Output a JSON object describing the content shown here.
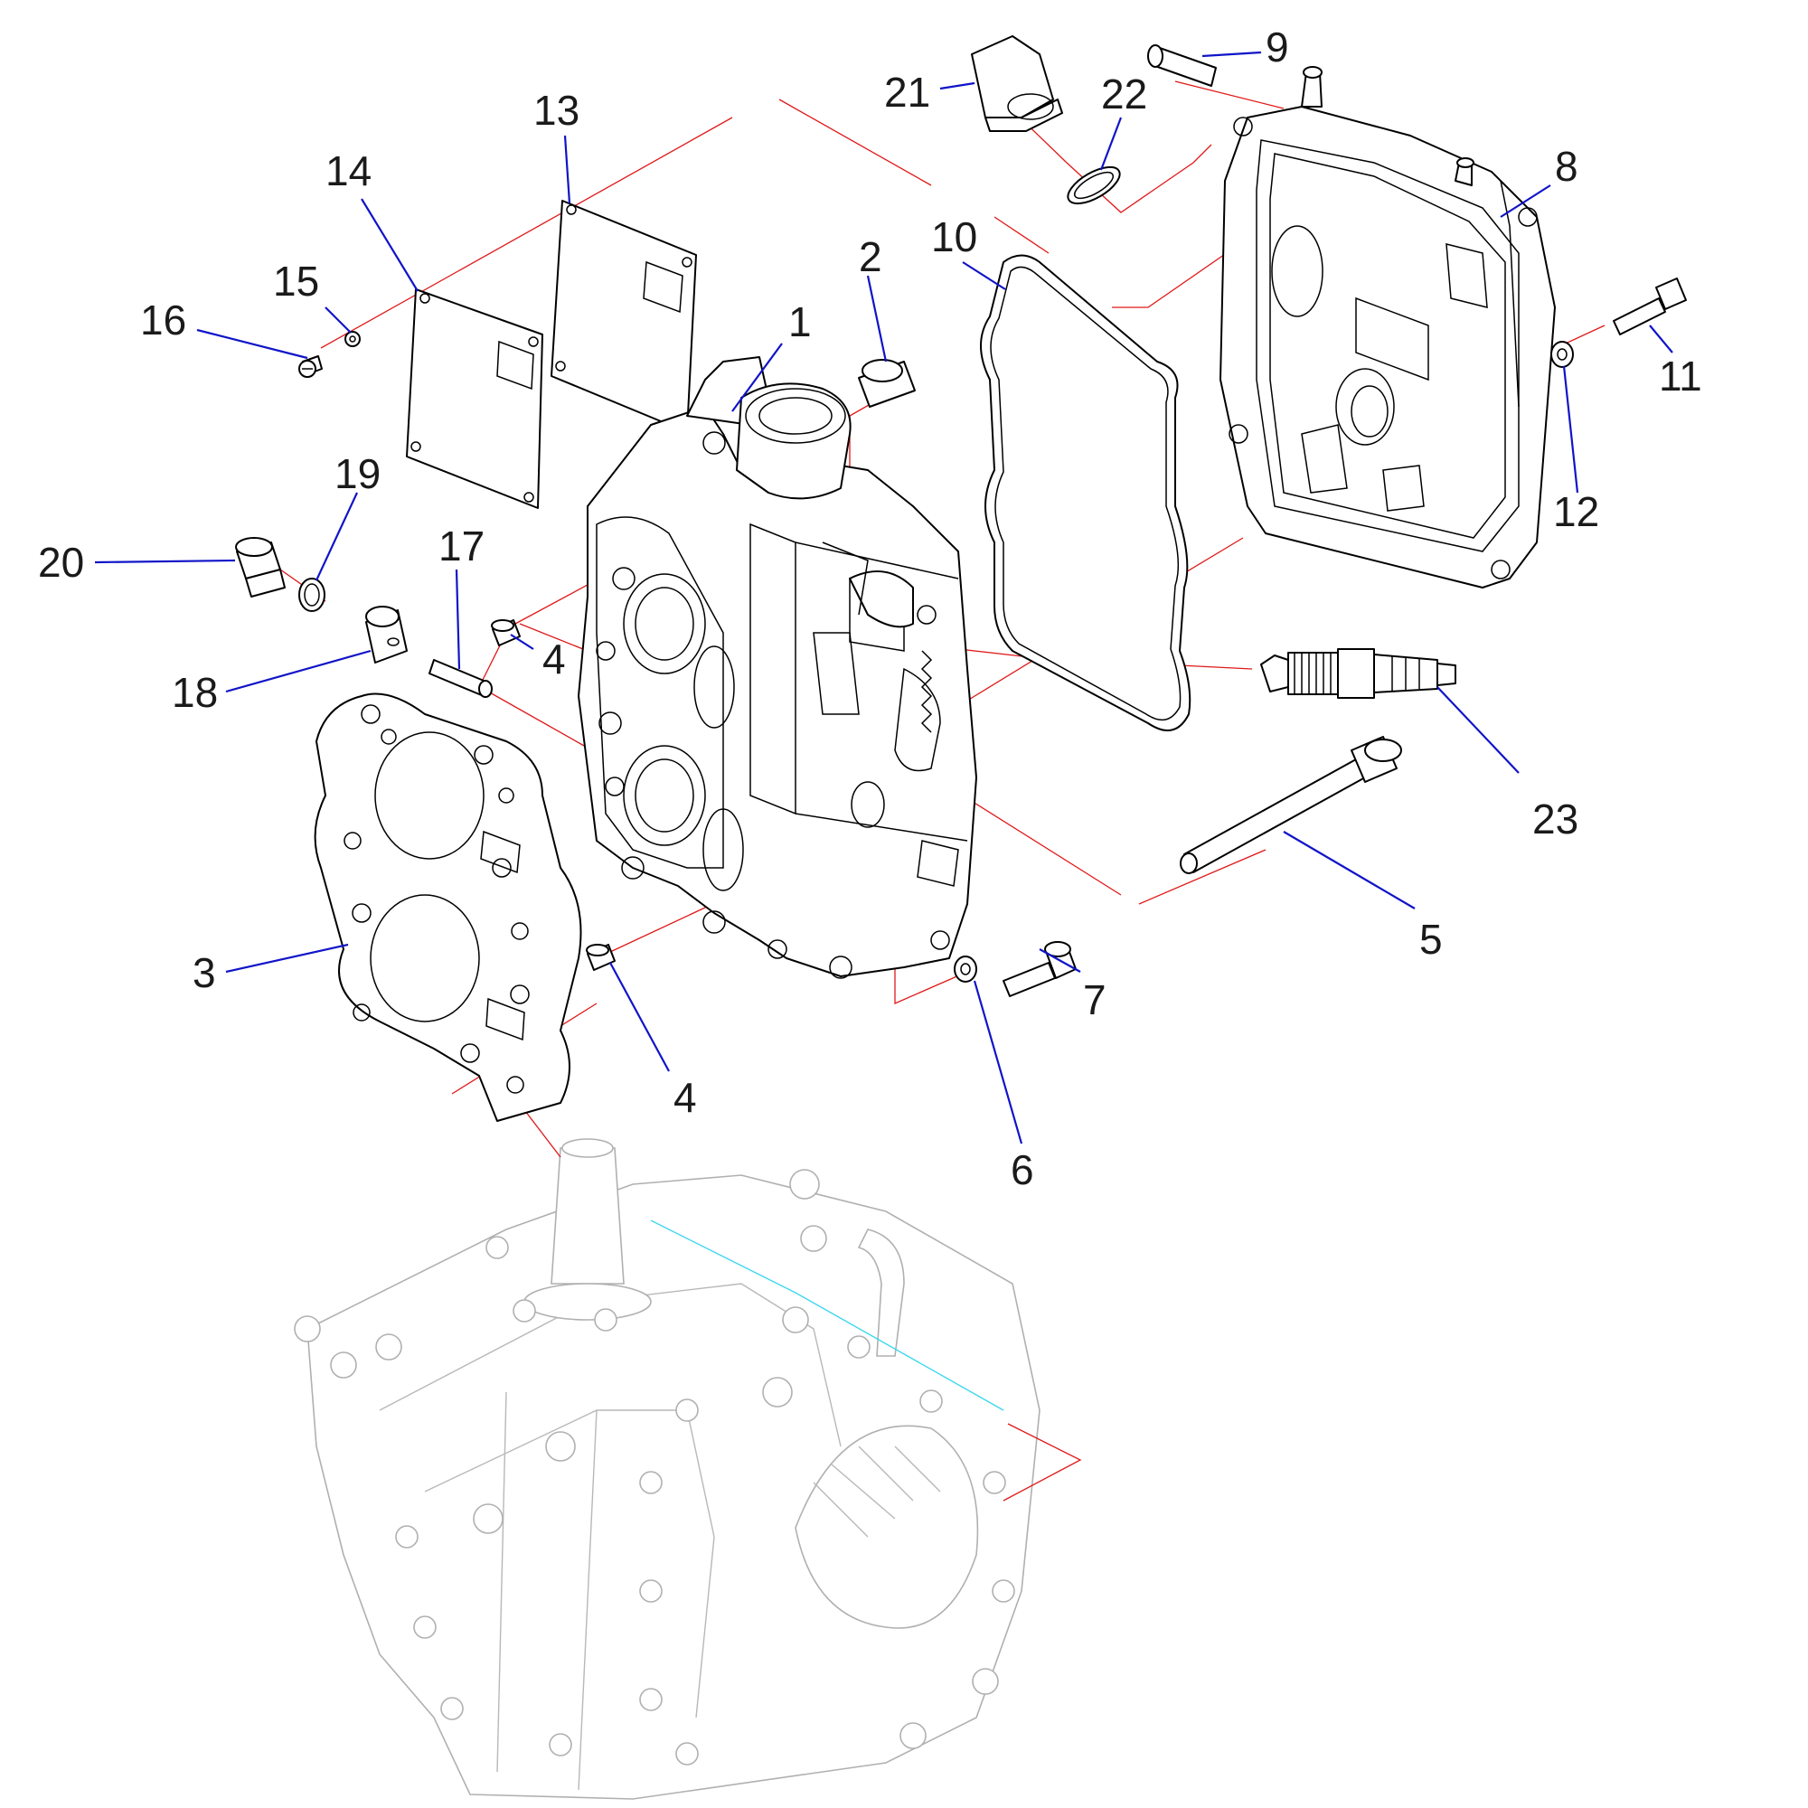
{
  "colors": {
    "leader": "#1014c8",
    "explode_line": "#e01818",
    "alignment_line": "#3fd7ee",
    "ghost_outline": "#b0b0b0"
  },
  "callouts": [
    {
      "id": "c1",
      "label": "1"
    },
    {
      "id": "c2",
      "label": "2"
    },
    {
      "id": "c3",
      "label": "3"
    },
    {
      "id": "c4a",
      "label": "4"
    },
    {
      "id": "c4b",
      "label": "4"
    },
    {
      "id": "c5",
      "label": "5"
    },
    {
      "id": "c6",
      "label": "6"
    },
    {
      "id": "c7",
      "label": "7"
    },
    {
      "id": "c8",
      "label": "8"
    },
    {
      "id": "c9",
      "label": "9"
    },
    {
      "id": "c10",
      "label": "10"
    },
    {
      "id": "c11",
      "label": "11"
    },
    {
      "id": "c12",
      "label": "12"
    },
    {
      "id": "c13",
      "label": "13"
    },
    {
      "id": "c14",
      "label": "14"
    },
    {
      "id": "c15",
      "label": "15"
    },
    {
      "id": "c16",
      "label": "16"
    },
    {
      "id": "c17",
      "label": "17"
    },
    {
      "id": "c18",
      "label": "18"
    },
    {
      "id": "c19",
      "label": "19"
    },
    {
      "id": "c20",
      "label": "20"
    },
    {
      "id": "c21",
      "label": "21"
    },
    {
      "id": "c22",
      "label": "22"
    },
    {
      "id": "c23",
      "label": "23"
    }
  ]
}
